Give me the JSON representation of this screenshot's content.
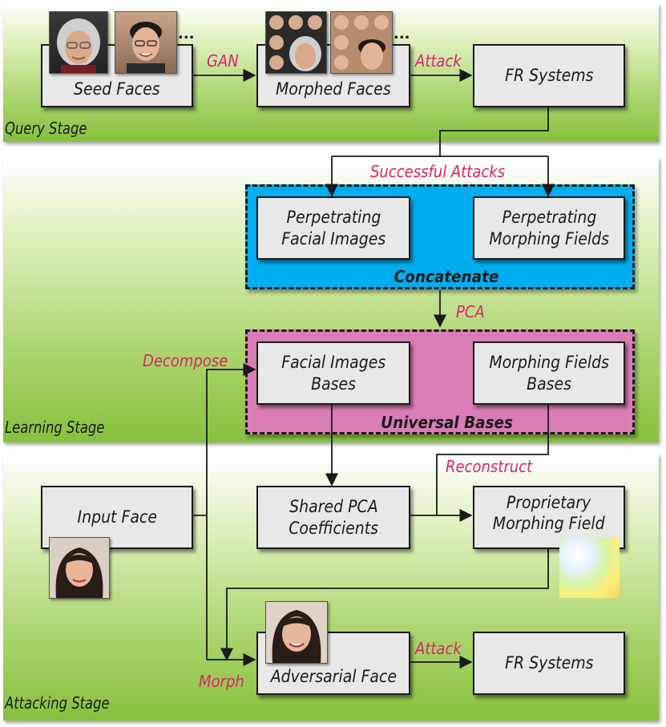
{
  "stages": {
    "query": "Query Stage",
    "learning": "Learning Stage",
    "attacking": "Attacking Stage"
  },
  "boxes": {
    "seed_faces": "Seed Faces",
    "morphed_faces": "Morphed Faces",
    "fr_systems_top": "FR Systems",
    "perp_images_1": "Perpetrating",
    "perp_images_2": "Facial Images",
    "perp_fields_1": "Perpetrating",
    "perp_fields_2": "Morphing Fields",
    "img_bases_1": "Facial Images",
    "img_bases_2": "Bases",
    "field_bases_1": "Morphing Fields",
    "field_bases_2": "Bases",
    "input_face": "Input Face",
    "shared_1": "Shared PCA",
    "shared_2": "Coefficients",
    "prop_1": "Proprietary",
    "prop_2": "Morphing Field",
    "adversarial_face": "Adversarial Face",
    "fr_systems_bottom": "FR Systems"
  },
  "groups": {
    "concatenate": "Concatenate",
    "universal_bases": "Universal Bases"
  },
  "edges": {
    "gan": "GAN",
    "attack_top": "Attack",
    "successful_attacks": "Successful Attacks",
    "pca": "PCA",
    "decompose": "Decompose",
    "reconstruct": "Reconstruct",
    "morph": "Morph",
    "attack_bottom": "Attack"
  },
  "ellipsis": "...",
  "colors": {
    "concatenate_fill": "#00aeef",
    "bases_fill": "#da7cb6",
    "edge_label": "#d9256f"
  }
}
